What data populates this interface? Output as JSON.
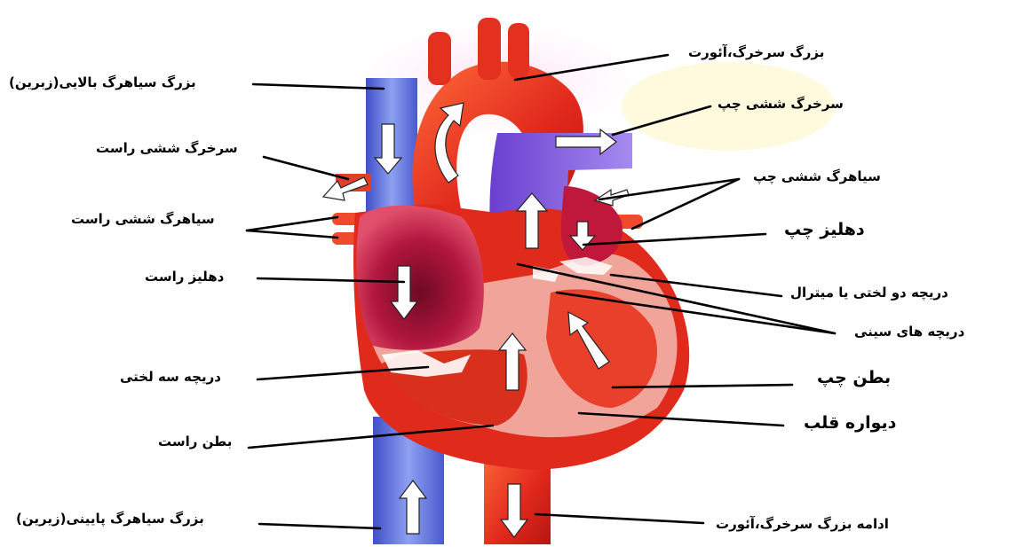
{
  "labels": {
    "aorta_top": "بزرگ سرخرگ،آئورت",
    "svc": "بزرگ سیاهرگ بالایی(زبرین)",
    "left_pulmonary_artery": "سرخرگ ششی چپ",
    "right_pulmonary_artery": "سرخرگ ششی راست",
    "left_pulmonary_veins": "سیاهرگ ششی چپ",
    "right_pulmonary_veins": "سیاهرگ ششی راست",
    "left_atrium": "دهلیز چپ",
    "right_atrium": "دهلیز راست",
    "mitral_valve": "دریچه دو لختی یا میترال",
    "semilunar_valves": "دریچه های سینی",
    "tricuspid_valve": "دریچه سه لختی",
    "left_ventricle": "بطن چپ",
    "heart_wall": "دیواره قلب",
    "right_ventricle": "بطن راست",
    "ivc": "بزرگ سیاهرگ پایینی(زیرین)",
    "descending_aorta": "ادامه بزرگ سرخرگ،آئورت"
  },
  "colors": {
    "aorta_red": "#e0281c",
    "vein_blue": "#5a6ee0",
    "pulmonary_purple": "#7a4fd6",
    "muscle_pink": "#f3b3a8",
    "atrium_dark": "#b0123e",
    "arrow_fill": "#ffffff"
  }
}
